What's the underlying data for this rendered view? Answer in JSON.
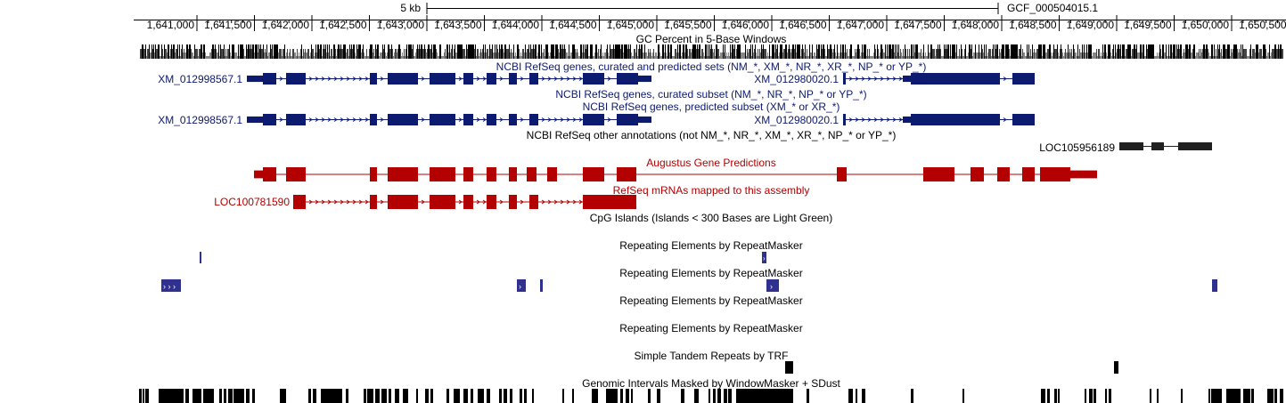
{
  "scale_bar": {
    "label": "5 kb",
    "assembly": "GCF_000504015.1"
  },
  "ruler": {
    "ticks": [
      "1,641,000",
      "1,641,500",
      "1,642,000",
      "1,642,500",
      "1,643,000",
      "1,643,500",
      "1,644,000",
      "1,644,500",
      "1,645,000",
      "1,645,500",
      "1,646,000",
      "1,646,500",
      "1,647,000",
      "1,647,500",
      "1,648,000",
      "1,648,500",
      "1,649,000",
      "1,649,500",
      "1,650,000",
      "1,650,500"
    ]
  },
  "colors": {
    "refseq_blue": "#0c1a6f",
    "augustus_red": "#b30000",
    "repeat_blue": "#30308f",
    "black": "#000000",
    "other_annot": "#202020"
  },
  "tracks": {
    "gc_percent": {
      "title": "GC Percent in 5-Base Windows"
    },
    "refseq_all": {
      "title": "NCBI RefSeq genes, curated and predicted sets (NM_*, XM_*, NR_*, XR_*, NP_* or YP_*)",
      "gene_left": "XM_012998567.1",
      "gene_right": "XM_012980020.1"
    },
    "refseq_curated": {
      "title": "NCBI RefSeq genes, curated subset (NM_*, NR_*, NP_* or YP_*)"
    },
    "refseq_predicted": {
      "title": "NCBI RefSeq genes, predicted subset (XM_* or XR_*)",
      "gene_left": "XM_012998567.1",
      "gene_right": "XM_012980020.1"
    },
    "refseq_other": {
      "title": "NCBI RefSeq other annotations (not NM_*, NR_*, XM_*, XR_*, NP_* or YP_*)",
      "gene": "LOC105956189"
    },
    "augustus": {
      "title": "Augustus Gene Predictions"
    },
    "refseq_mrna": {
      "title": "RefSeq mRNAs mapped to this assembly",
      "gene": "LOC100781590"
    },
    "cpg": {
      "title": "CpG Islands (Islands < 300 Bases are Light Green)"
    },
    "rmsk1": {
      "title": "Repeating Elements by RepeatMasker"
    },
    "rmsk2": {
      "title": "Repeating Elements by RepeatMasker"
    },
    "rmsk3": {
      "title": "Repeating Elements by RepeatMasker"
    },
    "rmsk4": {
      "title": "Repeating Elements by RepeatMasker"
    },
    "trf": {
      "title": "Simple Tandem Repeats by TRF"
    },
    "windowmasker": {
      "title": "Genomic Intervals Masked by WindowMasker + SDust"
    }
  }
}
